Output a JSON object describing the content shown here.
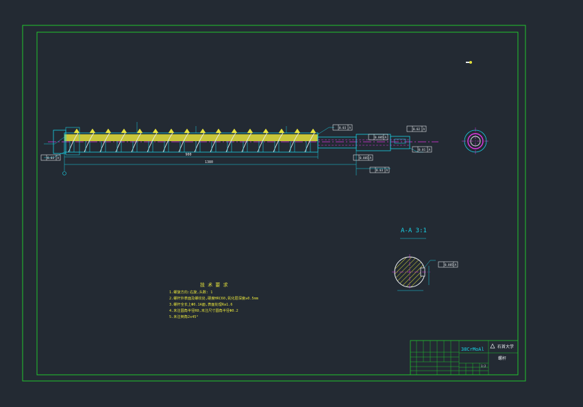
{
  "colors": {
    "background": "#232a33",
    "frame": "#22c52e",
    "cyan": "#19d2e6",
    "yellow": "#e5e23c",
    "magenta": "#e436e6",
    "white": "#e8ecef",
    "red": "#ff3b3b"
  },
  "section": {
    "title": "A-A  3:1"
  },
  "tech": {
    "heading": "技 术 要 求",
    "notes": [
      "1.螺旋方向:右旋,头数: 1",
      "2.螺杆外表面及螺纹处,硬度HRC60,氮化层深度≥0.5mm",
      "3.螺杆全长上Φ0.1A面,表面处理Ra1.6",
      "4.未注圆角半径R0,未注尺寸圆角半径Φ0.2",
      "5.未注倒角2x45°"
    ]
  },
  "title_block": {
    "material": "38CrMoAl",
    "school": "石首大学",
    "part_name": "螺杆",
    "scale": "1:2"
  },
  "dimensions": {
    "total_length": "1380",
    "thread_length": "900",
    "geometric_tolerances": [
      "0.03",
      "0.03",
      "0.02",
      "0.005",
      "0.01",
      "0.005",
      "0.03",
      "0.005"
    ]
  }
}
